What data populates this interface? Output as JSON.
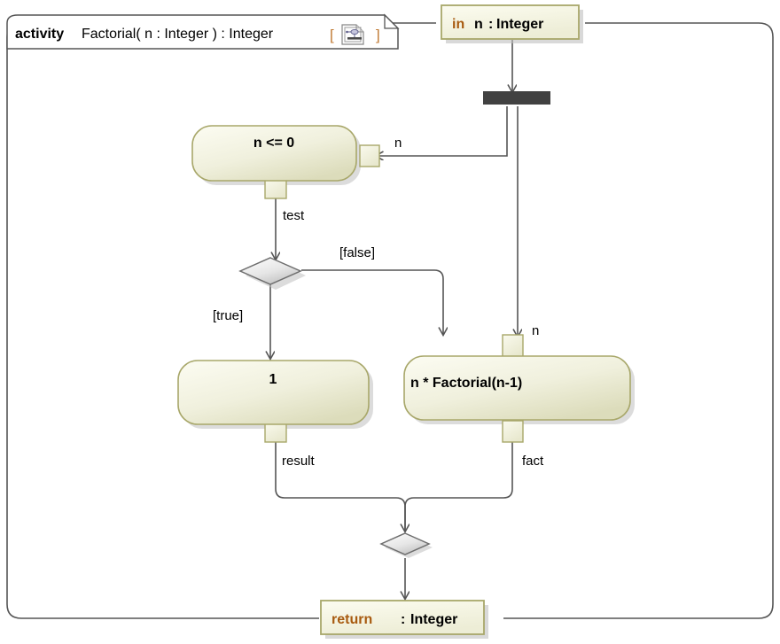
{
  "diagram": {
    "kind": "uml-activity-diagram",
    "frame": {
      "keyword": "activity",
      "signature": "Factorial( n : Integer ) : Integer",
      "bracket_open": "[",
      "bracket_close": "]",
      "icon": "activity-diagram-icon"
    },
    "colors": {
      "frame_border": "#555555",
      "node_border": "#A8A76A",
      "node_fill_light": "#FBFBEF",
      "node_fill_dark": "#E3E3C4",
      "pin_fill": "#EFEFD8",
      "decision_fill_light": "#FDFDFD",
      "decision_fill_dark": "#C9C9C9",
      "decision_border": "#6E6E6E",
      "fork_fill": "#414141",
      "edge": "#555555",
      "keyword_brown": "#A85B10",
      "shadow": "#B9B9B9"
    },
    "parameters": [
      {
        "id": "param-in-n",
        "keyword": "in",
        "name": "n",
        "separator": ":",
        "type": "Integer",
        "position": "top"
      },
      {
        "id": "param-return",
        "keyword": "return",
        "name": "",
        "separator": ":",
        "type": "Integer",
        "position": "bottom"
      }
    ],
    "nodes": [
      {
        "id": "action-test",
        "label": "n <= 0",
        "type": "action"
      },
      {
        "id": "action-one",
        "label": "1",
        "type": "action"
      },
      {
        "id": "action-recursive",
        "label": "n * Factorial(n-1)",
        "type": "action"
      },
      {
        "id": "fork-node",
        "label": "",
        "type": "fork"
      },
      {
        "id": "decision-node",
        "label": "",
        "type": "decision"
      },
      {
        "id": "merge-node",
        "label": "",
        "type": "merge"
      }
    ],
    "edge_labels": {
      "n_to_test": "n",
      "test_out": "test",
      "guard_true": "[true]",
      "guard_false": "[false]",
      "n_to_recursive": "n",
      "result": "result",
      "fact": "fact"
    }
  }
}
